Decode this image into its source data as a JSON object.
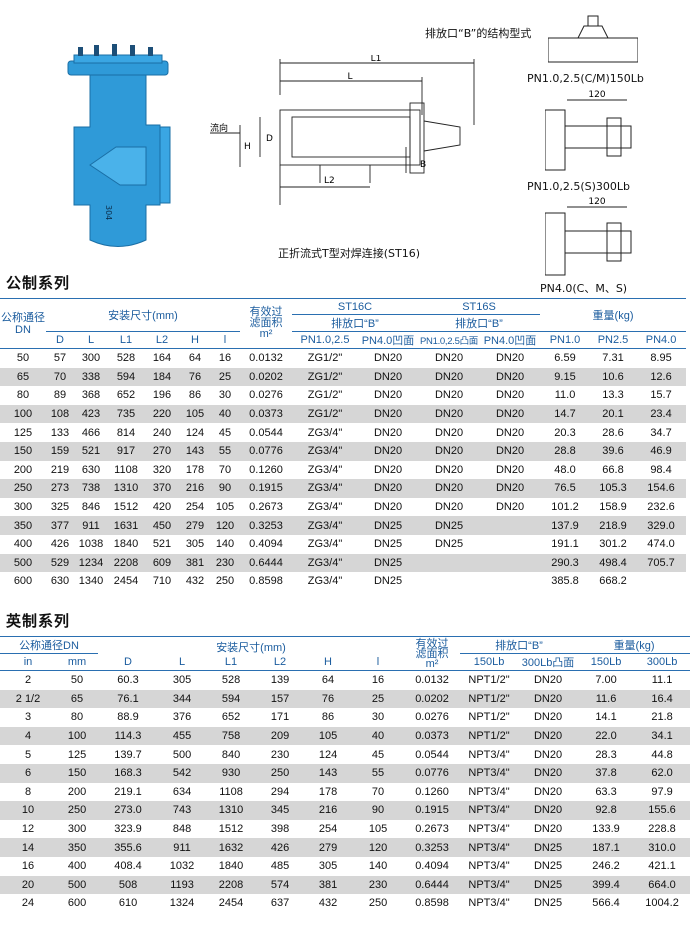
{
  "diagram": {
    "discharge_title": "排放口“B”的结构型式",
    "flow_label": "流向",
    "dim_labels": [
      "L1",
      "L",
      "D",
      "H",
      "L2",
      "B",
      "120",
      "120"
    ],
    "connection_caption": "正折流式T型对焊连接(ST16)",
    "variant1": "PN1.0,2.5(C/M)150Lb",
    "variant2": "PN1.0,2.5(S)300Lb",
    "variant3": "PN4.0(C、M、S)",
    "body_text": "304"
  },
  "metric": {
    "title": "公制系列",
    "headers": {
      "dn": "公称通径\nDN",
      "install": "安装尺寸(mm)",
      "filter_area": "有效过\n滤面积\nm²",
      "st16c": "ST16C",
      "st16s": "ST16S",
      "drain_c": "排放口“B”",
      "drain_s": "排放口“B”",
      "weight": "重量(kg)",
      "cols": [
        "D",
        "L",
        "L1",
        "L2",
        "H",
        "l"
      ],
      "drain_cols": [
        "PN1.0,2.5",
        "PN4.0凹面",
        "PN1.0,2.5凸面",
        "PN4.0凹面"
      ],
      "weight_cols": [
        "PN1.0",
        "PN2.5",
        "PN4.0"
      ]
    },
    "rows": [
      [
        "50",
        "57",
        "300",
        "528",
        "164",
        "64",
        "16",
        "0.0132",
        "ZG1/2\"",
        "DN20",
        "DN20",
        "DN20",
        "6.59",
        "7.31",
        "8.95"
      ],
      [
        "65",
        "70",
        "338",
        "594",
        "184",
        "76",
        "25",
        "0.0202",
        "ZG1/2\"",
        "DN20",
        "DN20",
        "DN20",
        "9.15",
        "10.6",
        "12.6"
      ],
      [
        "80",
        "89",
        "368",
        "652",
        "196",
        "86",
        "30",
        "0.0276",
        "ZG1/2\"",
        "DN20",
        "DN20",
        "DN20",
        "11.0",
        "13.3",
        "15.7"
      ],
      [
        "100",
        "108",
        "423",
        "735",
        "220",
        "105",
        "40",
        "0.0373",
        "ZG1/2\"",
        "DN20",
        "DN20",
        "DN20",
        "14.7",
        "20.1",
        "23.4"
      ],
      [
        "125",
        "133",
        "466",
        "814",
        "240",
        "124",
        "45",
        "0.0544",
        "ZG3/4\"",
        "DN20",
        "DN20",
        "DN20",
        "20.3",
        "28.6",
        "34.7"
      ],
      [
        "150",
        "159",
        "521",
        "917",
        "270",
        "143",
        "55",
        "0.0776",
        "ZG3/4\"",
        "DN20",
        "DN20",
        "DN20",
        "28.8",
        "39.6",
        "46.9"
      ],
      [
        "200",
        "219",
        "630",
        "1108",
        "320",
        "178",
        "70",
        "0.1260",
        "ZG3/4\"",
        "DN20",
        "DN20",
        "DN20",
        "48.0",
        "66.8",
        "98.4"
      ],
      [
        "250",
        "273",
        "738",
        "1310",
        "370",
        "216",
        "90",
        "0.1915",
        "ZG3/4\"",
        "DN20",
        "DN20",
        "DN20",
        "76.5",
        "105.3",
        "154.6"
      ],
      [
        "300",
        "325",
        "846",
        "1512",
        "420",
        "254",
        "105",
        "0.2673",
        "ZG3/4\"",
        "DN20",
        "DN20",
        "DN20",
        "101.2",
        "158.9",
        "232.6"
      ],
      [
        "350",
        "377",
        "911",
        "1631",
        "450",
        "279",
        "120",
        "0.3253",
        "ZG3/4\"",
        "DN25",
        "DN25",
        "",
        "137.9",
        "218.9",
        "329.0"
      ],
      [
        "400",
        "426",
        "1038",
        "1840",
        "521",
        "305",
        "140",
        "0.4094",
        "ZG3/4\"",
        "DN25",
        "DN25",
        "",
        "191.1",
        "301.2",
        "474.0"
      ],
      [
        "500",
        "529",
        "1234",
        "2208",
        "609",
        "381",
        "230",
        "0.6444",
        "ZG3/4\"",
        "DN25",
        "",
        "",
        "290.3",
        "498.4",
        "705.7"
      ],
      [
        "600",
        "630",
        "1340",
        "2454",
        "710",
        "432",
        "250",
        "0.8598",
        "ZG3/4\"",
        "DN25",
        "",
        "",
        "385.8",
        "668.2",
        ""
      ]
    ]
  },
  "imperial": {
    "title": "英制系列",
    "headers": {
      "dn": "公称通径DN",
      "install": "安装尺寸(mm)",
      "filter_area": "有效过\n滤面积\nm²",
      "drain": "排放口“B”",
      "weight": "重量(kg)",
      "dn_cols": [
        "in",
        "mm"
      ],
      "cols": [
        "D",
        "L",
        "L1",
        "L2",
        "H",
        "l"
      ],
      "drain_cols": [
        "150Lb",
        "300Lb凸面"
      ],
      "weight_cols": [
        "150Lb",
        "300Lb"
      ]
    },
    "rows": [
      [
        "2",
        "50",
        "60.3",
        "305",
        "528",
        "139",
        "64",
        "16",
        "0.0132",
        "NPT1/2\"",
        "DN20",
        "7.00",
        "11.1"
      ],
      [
        "2 1/2",
        "65",
        "76.1",
        "344",
        "594",
        "157",
        "76",
        "25",
        "0.0202",
        "NPT1/2\"",
        "DN20",
        "11.6",
        "16.4"
      ],
      [
        "3",
        "80",
        "88.9",
        "376",
        "652",
        "171",
        "86",
        "30",
        "0.0276",
        "NPT1/2\"",
        "DN20",
        "14.1",
        "21.8"
      ],
      [
        "4",
        "100",
        "114.3",
        "455",
        "758",
        "209",
        "105",
        "40",
        "0.0373",
        "NPT1/2\"",
        "DN20",
        "22.0",
        "34.1"
      ],
      [
        "5",
        "125",
        "139.7",
        "500",
        "840",
        "230",
        "124",
        "45",
        "0.0544",
        "NPT3/4\"",
        "DN20",
        "28.3",
        "44.8"
      ],
      [
        "6",
        "150",
        "168.3",
        "542",
        "930",
        "250",
        "143",
        "55",
        "0.0776",
        "NPT3/4\"",
        "DN20",
        "37.8",
        "62.0"
      ],
      [
        "8",
        "200",
        "219.1",
        "634",
        "1108",
        "294",
        "178",
        "70",
        "0.1260",
        "NPT3/4\"",
        "DN20",
        "63.3",
        "97.9"
      ],
      [
        "10",
        "250",
        "273.0",
        "743",
        "1310",
        "345",
        "216",
        "90",
        "0.1915",
        "NPT3/4\"",
        "DN20",
        "92.8",
        "155.6"
      ],
      [
        "12",
        "300",
        "323.9",
        "848",
        "1512",
        "398",
        "254",
        "105",
        "0.2673",
        "NPT3/4\"",
        "DN20",
        "133.9",
        "228.8"
      ],
      [
        "14",
        "350",
        "355.6",
        "911",
        "1632",
        "426",
        "279",
        "120",
        "0.3253",
        "NPT3/4\"",
        "DN25",
        "187.1",
        "310.0"
      ],
      [
        "16",
        "400",
        "408.4",
        "1032",
        "1840",
        "485",
        "305",
        "140",
        "0.4094",
        "NPT3/4\"",
        "DN25",
        "246.2",
        "421.1"
      ],
      [
        "20",
        "500",
        "508",
        "1193",
        "2208",
        "574",
        "381",
        "230",
        "0.6444",
        "NPT3/4\"",
        "DN25",
        "399.4",
        "664.0"
      ],
      [
        "24",
        "600",
        "610",
        "1324",
        "2454",
        "637",
        "432",
        "250",
        "0.8598",
        "NPT3/4\"",
        "DN25",
        "566.4",
        "1004.2"
      ]
    ]
  },
  "colors": {
    "accent": "#2a6fb1",
    "header_text": "#1b5c9e",
    "row_alt": "#d6d6d6",
    "valve": "#2f9ad8"
  }
}
